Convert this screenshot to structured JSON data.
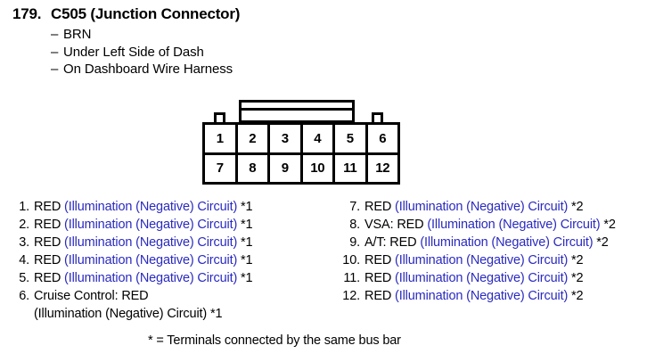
{
  "header": {
    "number": "179.",
    "title": "C505 (Junction Connector)",
    "details": [
      {
        "dash": "–",
        "text": "BRN"
      },
      {
        "dash": "–",
        "text": "Under Left Side of Dash"
      },
      {
        "dash": "–",
        "text": "On Dashboard Wire Harness"
      }
    ]
  },
  "connector": {
    "top_row_pins": [
      "1",
      "2",
      "3",
      "4",
      "5",
      "6"
    ],
    "bottom_row_pins": [
      "7",
      "8",
      "9",
      "10",
      "11",
      "12"
    ]
  },
  "terminals": {
    "circuit_color": "#2a2ac0",
    "left": [
      {
        "num": "1.",
        "prefix": "RED ",
        "circuit": "(Illumination (Negative) Circuit)",
        "note": " *1"
      },
      {
        "num": "2.",
        "prefix": "RED ",
        "circuit": "(Illumination (Negative) Circuit)",
        "note": " *1"
      },
      {
        "num": "3.",
        "prefix": "RED ",
        "circuit": "(Illumination (Negative) Circuit)",
        "note": " *1"
      },
      {
        "num": "4.",
        "prefix": "RED ",
        "circuit": "(Illumination (Negative) Circuit)",
        "note": " *1"
      },
      {
        "num": "5.",
        "prefix": "RED ",
        "circuit": "(Illumination (Negative) Circuit)",
        "note": " *1"
      },
      {
        "num": "6.",
        "prefix": "Cruise Control: RED",
        "circuit": "",
        "note": ""
      }
    ],
    "left_wrap": {
      "circuit": "(Illumination (Negative) Circuit)",
      "note": " *1"
    },
    "right": [
      {
        "num": "7.",
        "prefix": "RED ",
        "circuit": "(Illumination (Negative) Circuit)",
        "note": " *2"
      },
      {
        "num": "8.",
        "prefix": "VSA: RED ",
        "circuit": "(Illumination (Negative) Circuit)",
        "note": " *2"
      },
      {
        "num": "9.",
        "prefix": "A/T: RED ",
        "circuit": "(Illumination (Negative) Circuit)",
        "note": " *2"
      },
      {
        "num": "10.",
        "prefix": "RED ",
        "circuit": "(Illumination (Negative) Circuit)",
        "note": " *2"
      },
      {
        "num": "11.",
        "prefix": "RED ",
        "circuit": "(Illumination (Negative) Circuit)",
        "note": " *2"
      },
      {
        "num": "12.",
        "prefix": "RED ",
        "circuit": "(Illumination (Negative) Circuit)",
        "note": " *2"
      }
    ]
  },
  "footnote": "* = Terminals connected by the same bus bar"
}
